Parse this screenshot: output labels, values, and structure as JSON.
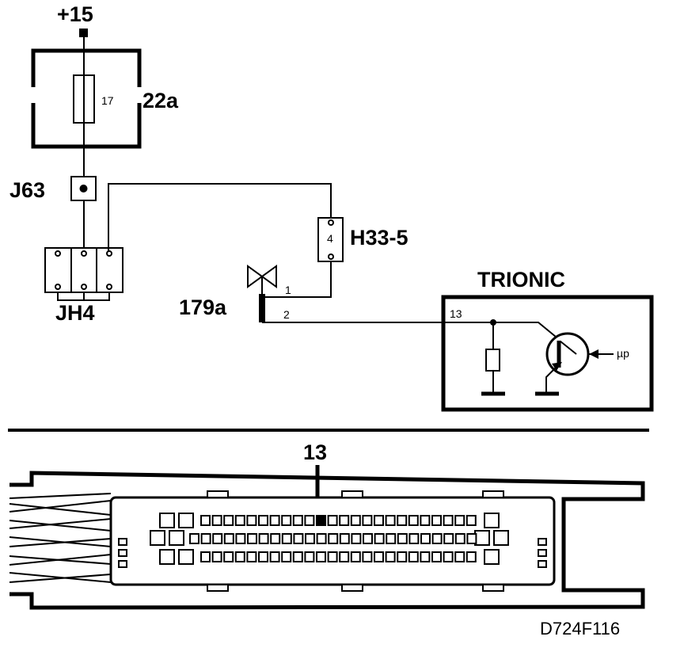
{
  "labels": {
    "supply": "+15",
    "fuse_box": "22a",
    "fuse_number": "17",
    "junction_j63": "J63",
    "junction_jh4": "JH4",
    "connector_h33": "H33-5",
    "connector_h33_pin": "4",
    "component_179a": "179a",
    "pin_1": "1",
    "pin_2": "2",
    "ecu_title": "TRIONIC",
    "ecu_pin": "13",
    "microprocessor": "µp",
    "connector_callout": "13",
    "drawing_id": "D724F116"
  },
  "colors": {
    "line": "#000000",
    "background": "#ffffff"
  }
}
